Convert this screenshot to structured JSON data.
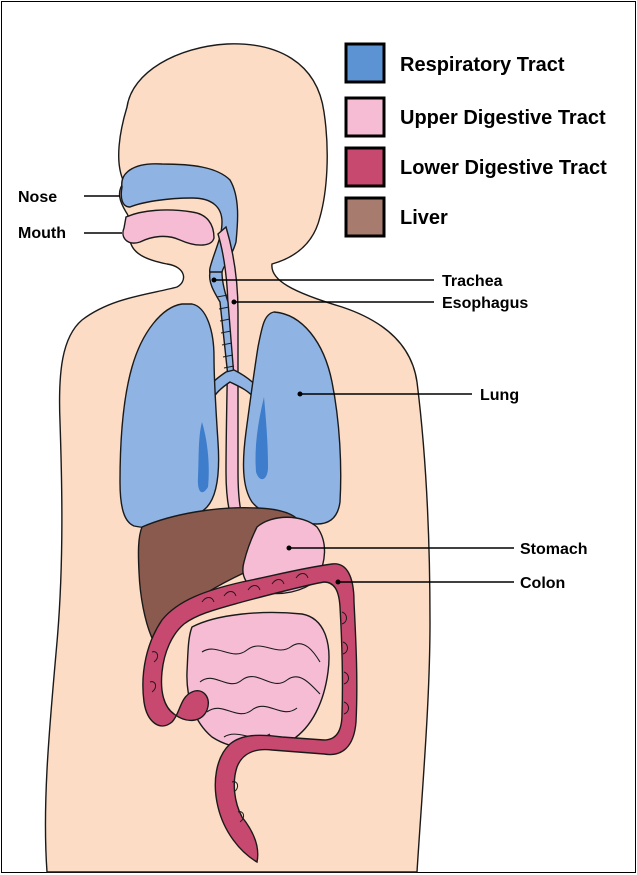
{
  "legend": [
    {
      "label": "Respiratory Tract",
      "color": "#5b93d3"
    },
    {
      "label": "Upper Digestive Tract",
      "color": "#f5bcd4"
    },
    {
      "label": "Lower Digestive Tract",
      "color": "#c8496f"
    },
    {
      "label": "Liver",
      "color": "#a87b6f"
    }
  ],
  "labels": {
    "nose": "Nose",
    "mouth": "Mouth",
    "trachea": "Trachea",
    "esophagus": "Esophagus",
    "lung": "Lung",
    "stomach": "Stomach",
    "colon": "Colon"
  },
  "colors": {
    "skin": "#fcdcc4",
    "respiratory_fill": "#8fb3e3",
    "respiratory_dark": "#2f73c7",
    "upper_digestive": "#f5bcd4",
    "lower_digestive": "#c8496f",
    "liver": "#8a5a4e"
  }
}
